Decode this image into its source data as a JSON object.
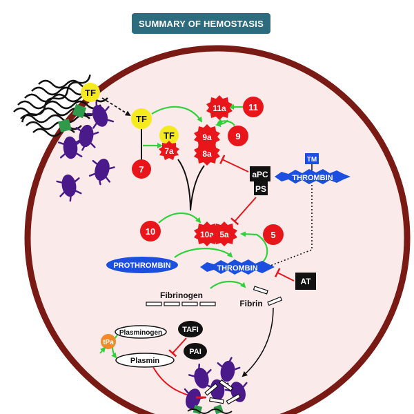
{
  "title": "SUMMARY OF HEMOSTASIS",
  "colors": {
    "vessel_wall": "#7a1a14",
    "vessel_fill": "#fbeaea",
    "factor_red": "#e8151b",
    "tissue_factor_yellow": "#f5ea1e",
    "arrow_green": "#2fd23a",
    "inhibit_red": "#e8151b",
    "thrombin_blue": "#1a4fe0",
    "black_box": "#111111",
    "platelet_purple": "#4b1a8a",
    "collagen_green": "#2e9a4a",
    "tpa_orange": "#f08a2a",
    "tm_blue": "#1a4fe0",
    "title_bg": "#2d6b7e"
  },
  "labels": {
    "tf_wall": "TF",
    "tf_free": "TF",
    "tf_bound": "TF",
    "f7": "7",
    "f7a": "7a",
    "f11": "11",
    "f11a": "11a",
    "f9": "9",
    "f9a": "9a",
    "f8a": "8a",
    "f10": "10",
    "f10a": "10a",
    "f5a": "5a",
    "f5": "5",
    "apc": "aPC",
    "ps": "PS",
    "tm": "TM",
    "thrombin_tm": "THROMBIN",
    "prothrombin": "PROTHROMBIN",
    "thrombin": "THROMBIN",
    "at": "AT",
    "fibrinogen": "Fibrinogen",
    "fibrin": "Fibrin",
    "plasminogen": "Plasminogen",
    "plasmin": "Plasmin",
    "tpa": "tPa",
    "tafi": "TAFI",
    "pai": "PAI"
  }
}
